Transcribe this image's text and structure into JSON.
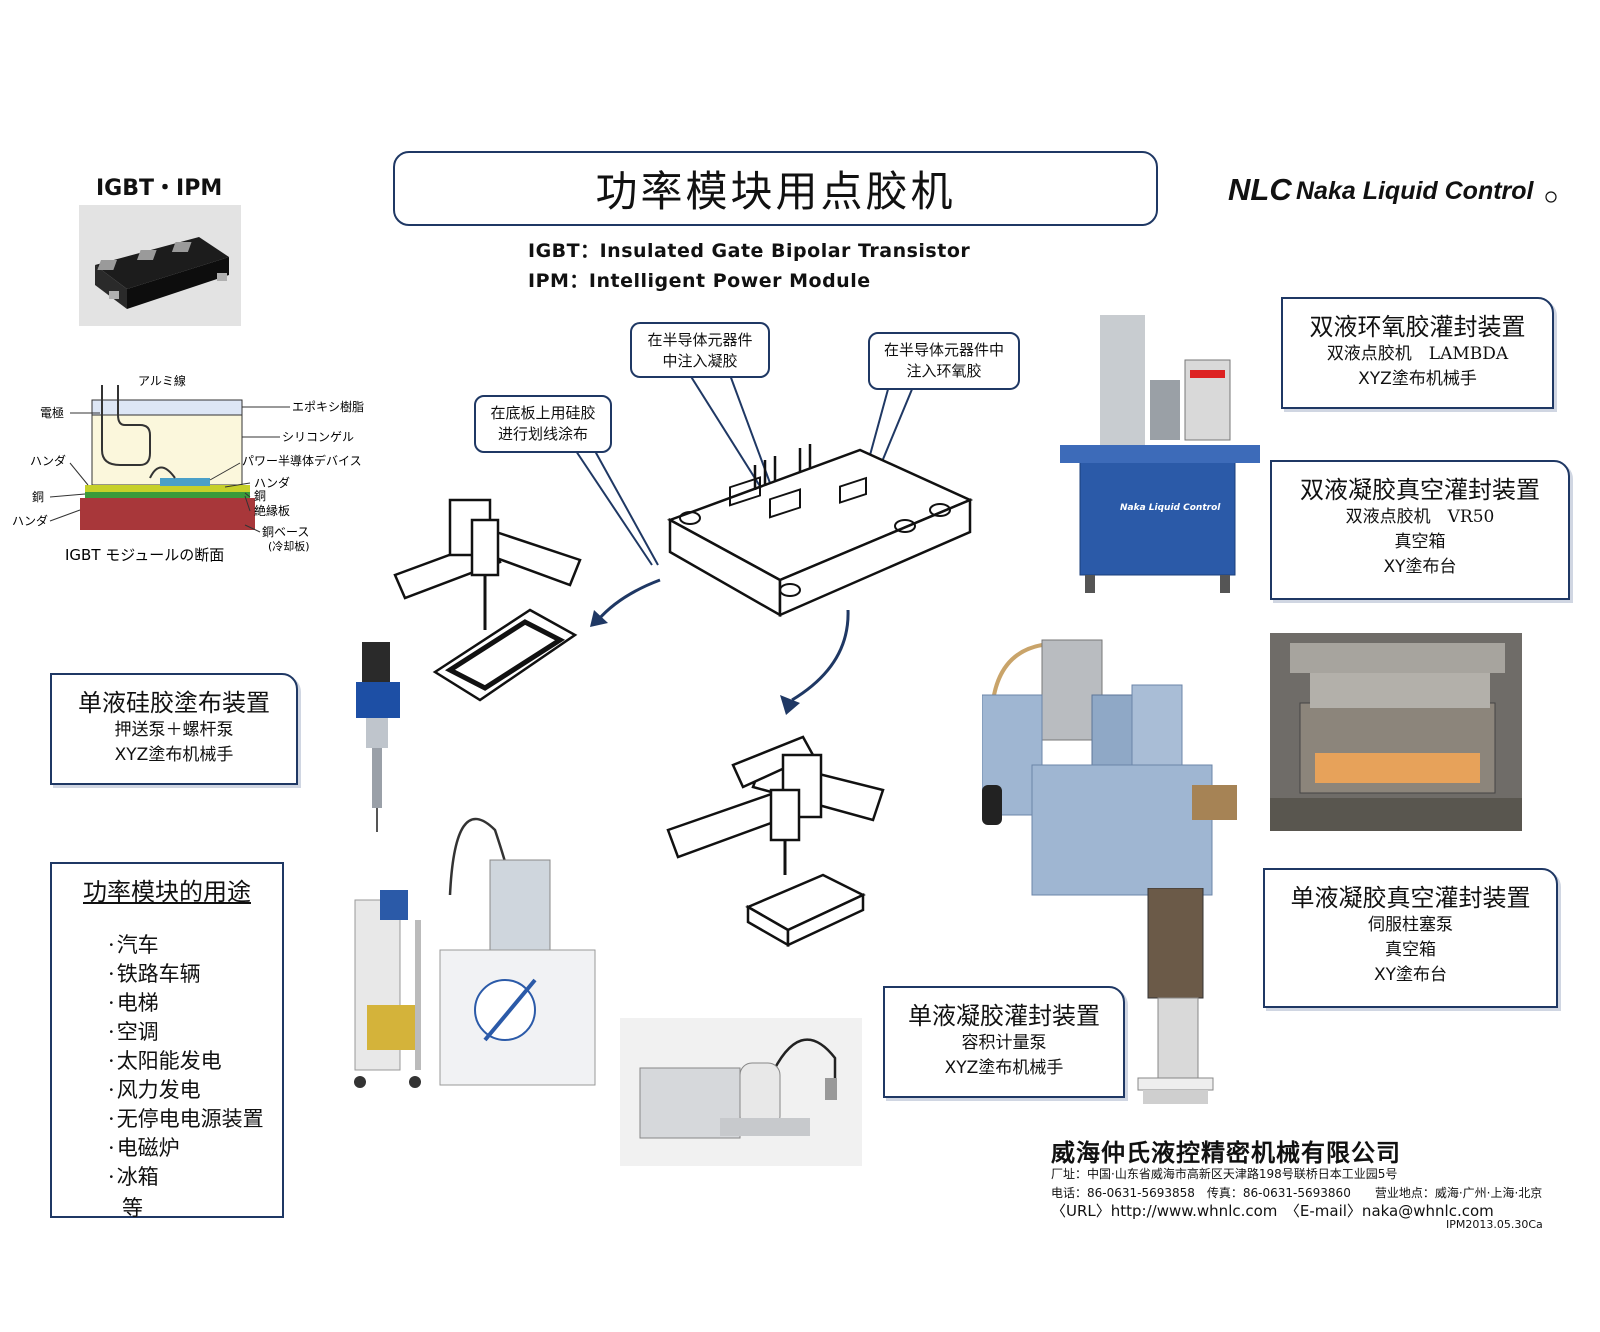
{
  "title": "功率模块用点胶机",
  "igbt_label": "IGBT・IPM",
  "definitions": [
    "IGBT：Insulated Gate Bipolar Transistor",
    "IPM：Intelligent Power Module"
  ],
  "logo_text": "Naka Liquid Control",
  "logo_mark": "NLC",
  "cross_section": {
    "labels": [
      "アルミ線",
      "エポキシ樹脂",
      "電極",
      "シリコンゲル",
      "ハンダ",
      "パワー半導体デバイス",
      "ハンダ",
      "銅",
      "銅",
      "絶縁板",
      "ハンダ",
      "銅ベース",
      "(冷却板)"
    ],
    "caption": "IGBT モジュールの断面"
  },
  "callouts": {
    "silicone_line": [
      "在底板上用硅胶",
      "进行划线涂布"
    ],
    "gel_inject": [
      "在半导体元器件",
      "中注入凝胶"
    ],
    "epoxy_inject": [
      "在半导体元器件中",
      "注入环氧胶"
    ]
  },
  "boxes": {
    "single_silicone": {
      "title": "单液硅胶塗布装置",
      "lines": [
        "押送泵＋螺杆泵",
        "XYZ塗布机械手"
      ]
    },
    "dual_epoxy": {
      "title": "双液环氧胶灌封装置",
      "lines": [
        "双液点胶机　LAMBDA",
        "XYZ塗布机械手"
      ]
    },
    "dual_gel_vacuum": {
      "title": "双液凝胶真空灌封装置",
      "lines": [
        "双液点胶机　VR50",
        "真空箱",
        "XY塗布台"
      ]
    },
    "single_gel_vacuum": {
      "title": "单液凝胶真空灌封装置",
      "lines": [
        "伺服柱塞泵",
        "真空箱",
        "XY塗布台"
      ]
    },
    "single_gel": {
      "title": "单液凝胶灌封装置",
      "lines": [
        "容积计量泵",
        "XYZ塗布机械手"
      ]
    }
  },
  "uses": {
    "title": "功率模块的用途",
    "items": [
      "汽车",
      "铁路车辆",
      "电梯",
      "空调",
      "太阳能发电",
      "风力发电",
      "无停电电源装置",
      "电磁炉",
      "冰箱"
    ],
    "etc": "等"
  },
  "footer": {
    "company": "威海仲氏液控精密机械有限公司",
    "address": "厂址：中国·山东省威海市高新区天津路198号联桥日本工业园5号",
    "phone": "电话：86-0631-5693858　传真：86-0631-5693860　　营业地点：威海·广州·上海·北京",
    "url": "〈URL〉http://www.whnlc.com　〈E-mail〉naka@whnlc.com",
    "code": "IPM2013.05.30Ca"
  },
  "machine_label": "Naka Liquid Control",
  "colors": {
    "navy": "#1f3864",
    "machine_blue": "#2b5aa8",
    "machine_grey": "#8fa8c6"
  }
}
